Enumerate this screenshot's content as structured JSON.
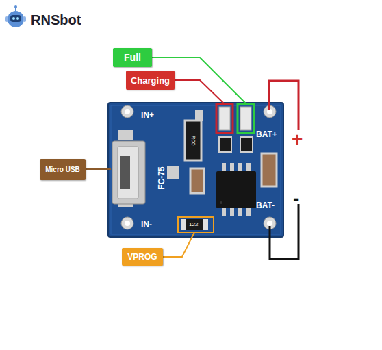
{
  "diagram": {
    "nodes": [
      {
        "text": [
          "Full"
        ]
      },
      {
        "text": [
          "Charging"
        ]
      },
      {
        "text": [
          "Micro USB"
        ]
      },
      {
        "text": [
          "VPROG"
        ]
      }
    ],
    "labels": [
      "RNSbot",
      "IN+",
      "BAT+",
      "R00",
      "FC-75",
      "IN-",
      "122",
      "BAT-",
      "+",
      "-"
    ]
  }
}
